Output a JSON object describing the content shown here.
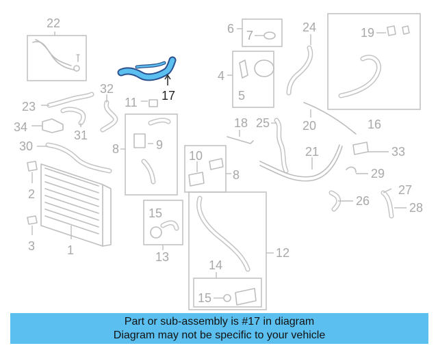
{
  "highlight_color": "#5bc0f0",
  "highlighted_part": "17",
  "callouts": {
    "c1": "1",
    "c2": "2",
    "c3": "3",
    "c4": "4",
    "c5": "5",
    "c6": "6",
    "c7": "7",
    "c8a": "8",
    "c8b": "8",
    "c9": "9",
    "c10": "10",
    "c11": "11",
    "c12": "12",
    "c13": "13",
    "c14": "14",
    "c15a": "15",
    "c15b": "15",
    "c16": "16",
    "c17": "17",
    "c18": "18",
    "c19": "19",
    "c20": "20",
    "c21": "21",
    "c22": "22",
    "c23": "23",
    "c24": "24",
    "c25": "25",
    "c26": "26",
    "c27": "27",
    "c28": "28",
    "c29": "29",
    "c30": "30",
    "c31": "31",
    "c32": "32",
    "c33": "33",
    "c34": "34"
  },
  "banner": {
    "line1": "Part or sub-assembly is #17 in diagram",
    "line2": "Diagram may not be specific to your vehicle"
  }
}
